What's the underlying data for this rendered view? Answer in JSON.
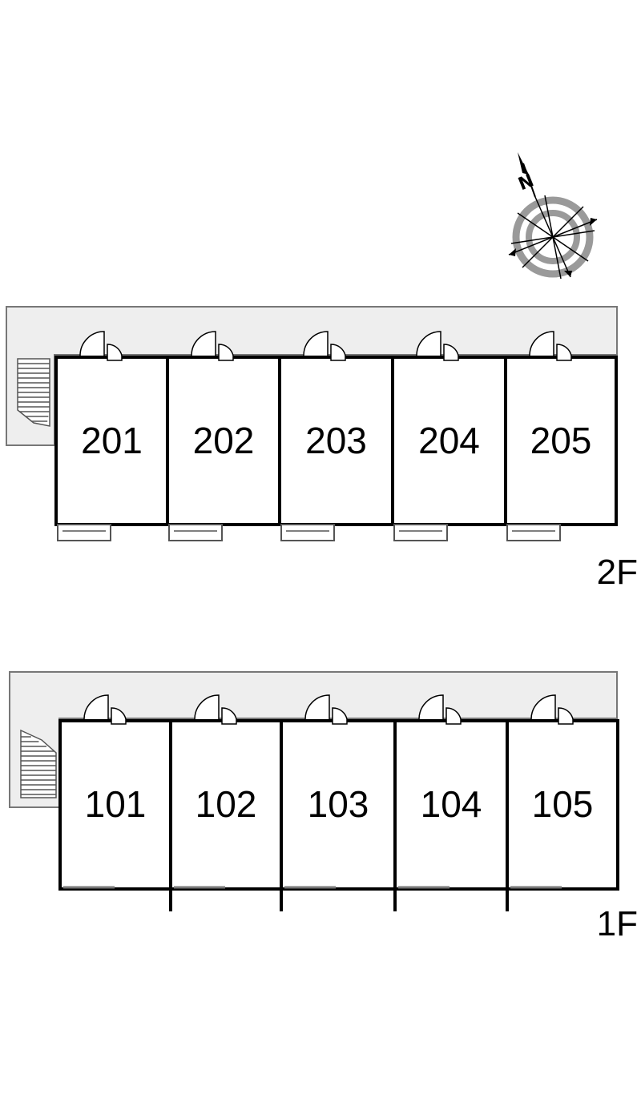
{
  "compass": {
    "north_label": "N",
    "icon": "compass-icon"
  },
  "floors": [
    {
      "id": "2f",
      "label": "2F",
      "units": [
        "201",
        "202",
        "203",
        "204",
        "205"
      ]
    },
    {
      "id": "1f",
      "label": "1F",
      "units": [
        "101",
        "102",
        "103",
        "104",
        "105"
      ]
    }
  ],
  "colors": {
    "corridor": "#eeeeee",
    "wall": "#000000",
    "outline": "#777777",
    "compass_ring": "#9a9a9a"
  }
}
